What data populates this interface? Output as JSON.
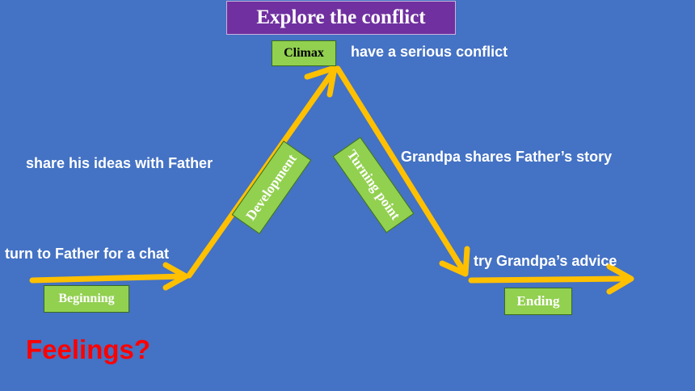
{
  "title": "Explore the conflict",
  "stages": {
    "climax": "Climax",
    "beginning": "Beginning",
    "development": "Development",
    "turning_point": "Turning point",
    "ending": "Ending"
  },
  "notes": {
    "climax": "have a serious conflict",
    "development": "share his ideas with Father",
    "beginning": "turn to Father for a chat",
    "turning_point": "Grandpa shares Father’s story",
    "ending": "try Grandpa’s advice"
  },
  "question": "Feelings?",
  "colors": {
    "background": "#4472c4",
    "arrow": "#ffc000",
    "title_bg": "#7030a0",
    "stage_bg": "#92d050",
    "question": "#ff0000"
  }
}
